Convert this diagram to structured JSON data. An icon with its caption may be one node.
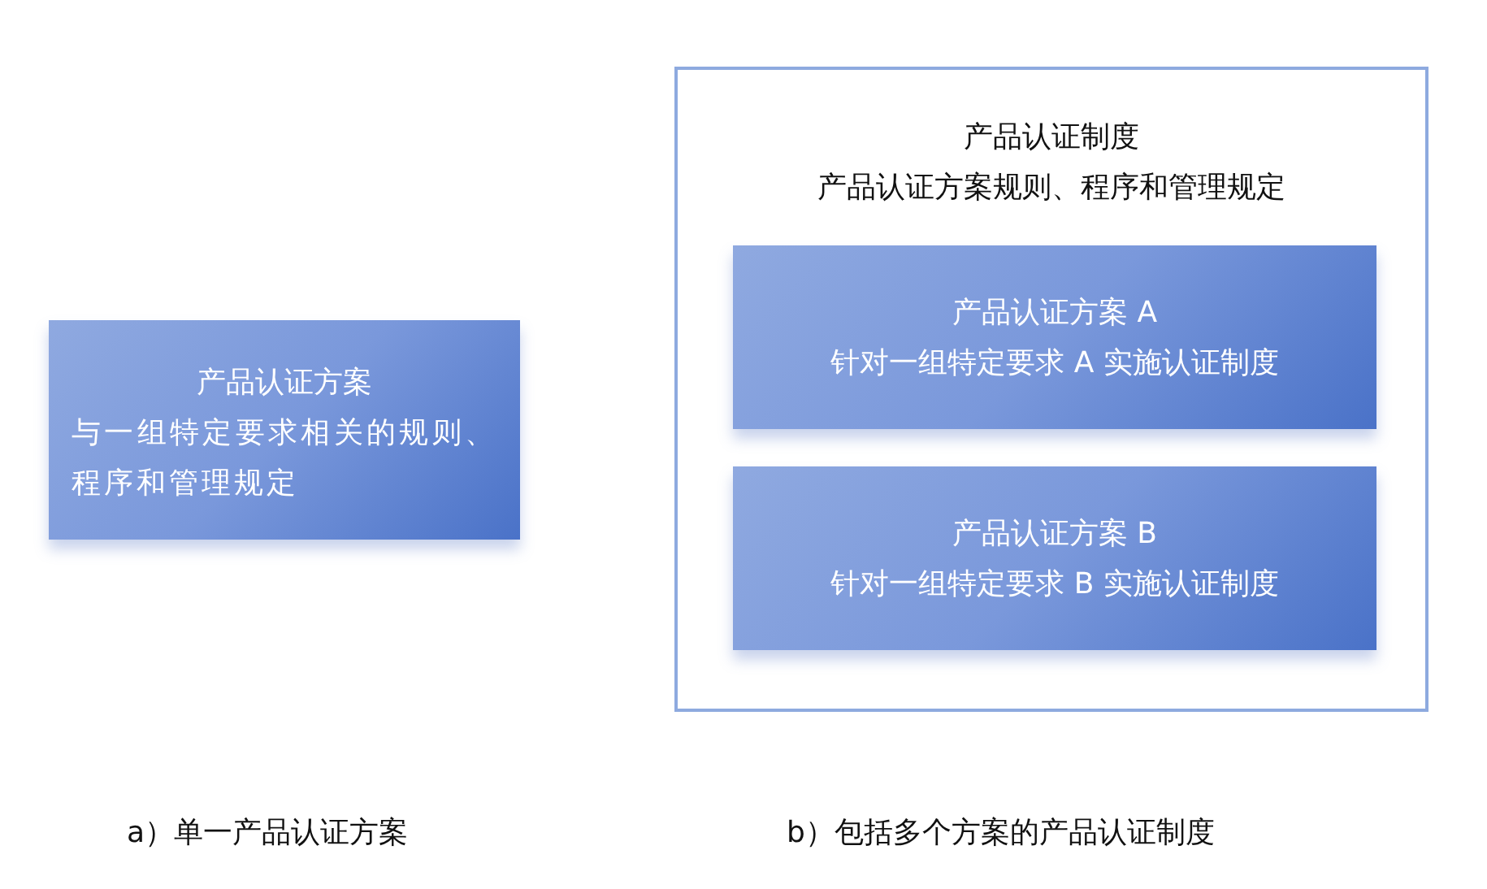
{
  "diagram": {
    "nodes": [
      {
        "text": [
          "产品认证方案",
          "与一组特定要求相关的规则、程序和管理规定"
        ]
      },
      {
        "text": [
          "产品认证制度",
          "产品认证方案规则、程序和管理规定"
        ]
      },
      {
        "text": [
          "产品认证方案 A",
          "针对一组特定要求 A 实施认证制度"
        ],
        "in": 1
      },
      {
        "text": [
          "产品认证方案 B",
          "针对一组特定要求 B 实施认证制度"
        ],
        "in": 1
      }
    ],
    "labels": [
      "a）单一产品认证方案",
      "b）包括多个方案的产品认证制度"
    ]
  }
}
